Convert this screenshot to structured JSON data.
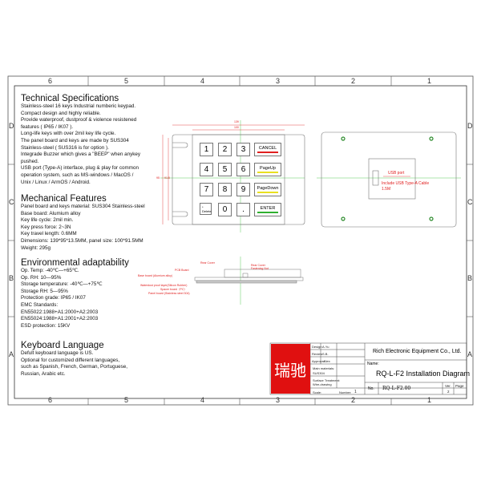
{
  "frame": {
    "columns": [
      "6",
      "5",
      "4",
      "3",
      "2",
      "1"
    ],
    "rows": [
      "D",
      "C",
      "B",
      "A"
    ]
  },
  "tech": {
    "title": "Technical Specifications",
    "lines": [
      "Stainless-steel 16 keys Industrial numberic keypad.",
      "Compact design and highly reliable.",
      "Provide waterproof, dustproof & violence resistened",
      "features ( IP65 / IK07 ).",
      "Long-life keys with over 2mil key life cycle.",
      "The panel board and keys are made by SUS304",
      "Stainless-steel ( SUS316 is for option ).",
      "Integrade Buzzer which gives a \"BEEP\" when anykey",
      "pushed.",
      "USB port (Type-A) interface, plug & play for common",
      "operation system, such as MS-windows / MacOS /",
      "Unix / Linux / ArmOS / Android."
    ]
  },
  "mech": {
    "title": "Mechanical Features",
    "lines": [
      "Panel board and keys material: SUS304 Stainless-steel",
      "Base board: Alumium alloy",
      "Key life cycle: 2mil min.",
      "Key press force: 2~3N",
      "Key travel length: 0.6MM",
      "Dimensions: 139*95*13.5MM, panel size: 100*91.5MM",
      "Weight: 295g"
    ]
  },
  "env": {
    "title": "Environmental adaptability",
    "lines": [
      "Op. Temp: -40℃—+65℃.",
      "Op. RH: 10—95%",
      "Storage temperature: -40℃—+75℃",
      "Storage RH: 5—95%",
      "Protection grade: IP65 / IK07",
      "EMC Standards:",
      "EN55022:1988+A1:2000+A2:2003",
      "EN55024:1988+A1:2001+A2:2003",
      "ESD protection: 15KV"
    ]
  },
  "lang": {
    "title": "Keyboard Language",
    "lines": [
      "Defult keyboard language is US.",
      "Optional for customized different languages,",
      "such as Spanish, French, German, Portuguese,",
      "Russian, Arabic etc."
    ]
  },
  "keypad": {
    "dim_outer": "139",
    "dim_panel": "100",
    "dim_h1": "95",
    "dim_h2": "91.5",
    "keys": [
      "1",
      "2",
      "3",
      "4",
      "5",
      "6",
      "7",
      "8",
      "9",
      "0",
      "."
    ],
    "delete_key": {
      "top": "*",
      "bottom": "Delete"
    },
    "function_keys": [
      {
        "label": "CANCEL",
        "color": "#e02020"
      },
      {
        "label": "PageUp",
        "color": "#e8e020"
      },
      {
        "label": "PageDown",
        "color": "#e8e020"
      },
      {
        "label": "ENTER",
        "color": "#30b030"
      }
    ]
  },
  "rear": {
    "usb_label": "USB port",
    "cable_label": "Include USB Type-A Cable",
    "cable_len": "1.5M"
  },
  "side": {
    "labels": [
      "Rear Cover",
      "Rear Cover Fastening Nut",
      "PCB Board",
      "Base board (Alumium alloy)",
      "Waterdust proof layer(Silicon Rubber)",
      "Spacer board（PC）",
      "Panel board (Stainless steel 304)"
    ]
  },
  "title_block": {
    "design_label": "Design",
    "design": "A.Yu",
    "review_label": "Review",
    "review": "S.B.",
    "approval_label": "Approval",
    "approval": "Alex",
    "material_label": "Main materials:",
    "material": "SUS304",
    "surface_label": "Surface Treatment:",
    "surface": "Wire-drawing",
    "scale_label": "Scale:",
    "number_label": "Number:",
    "number": "1",
    "company": "Rich Electronic Equipment Co., Ltd.",
    "name_label": "Name:",
    "name": "RQ-L-F2 Installation Diagram",
    "no_label": "No.",
    "no": "RQ-L-F2.00",
    "ver_label": "Ver.",
    "ver": "2",
    "page_label": "Page",
    "logo_text": "瑞驰"
  },
  "colors": {
    "logo": "#e01010",
    "annotation": "#e02020",
    "centerline": "#30c030"
  }
}
